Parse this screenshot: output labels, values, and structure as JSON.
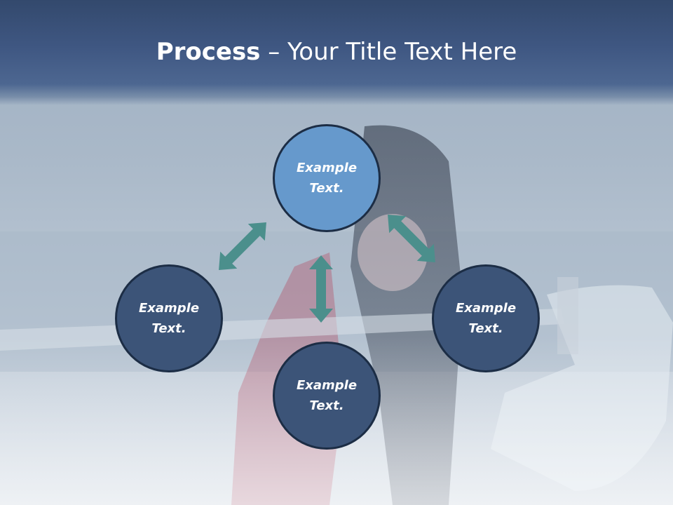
{
  "title": {
    "bold": "Process",
    "rest": " – Your Title Text Here"
  },
  "nodes": [
    {
      "line1": "Example",
      "line2": "Text."
    },
    {
      "line1": "Example",
      "line2": "Text."
    },
    {
      "line1": "Example",
      "line2": "Text."
    },
    {
      "line1": "Example",
      "line2": "Text."
    }
  ],
  "colors": {
    "header": "#3f5782",
    "node_dark": "#3c5478",
    "node_highlight": "#6699cc",
    "node_border": "#1c2d45",
    "arrow": "#4b8f8c"
  }
}
